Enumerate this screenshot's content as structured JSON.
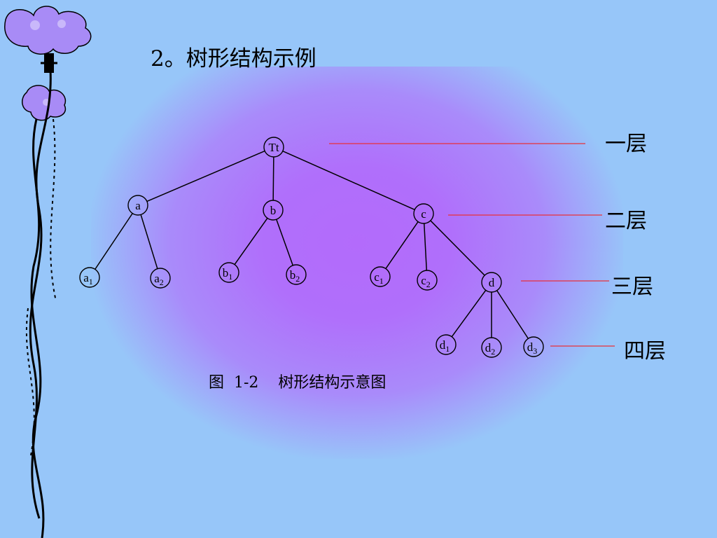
{
  "slide": {
    "title": "2。树形结构示例",
    "caption": "图  1-2    树形结构示意图"
  },
  "levels": [
    "一层",
    "二层",
    "三层",
    "四层"
  ],
  "tree": {
    "nodes": [
      {
        "id": "Tt",
        "base": "Tt",
        "sub": ""
      },
      {
        "id": "a",
        "base": "a",
        "sub": ""
      },
      {
        "id": "b",
        "base": "b",
        "sub": ""
      },
      {
        "id": "c",
        "base": "c",
        "sub": ""
      },
      {
        "id": "a1",
        "base": "a",
        "sub": "1"
      },
      {
        "id": "a2",
        "base": "a",
        "sub": "2"
      },
      {
        "id": "b1",
        "base": "b",
        "sub": "1"
      },
      {
        "id": "b2",
        "base": "b",
        "sub": "2"
      },
      {
        "id": "c1",
        "base": "c",
        "sub": "1"
      },
      {
        "id": "c2",
        "base": "c",
        "sub": "2"
      },
      {
        "id": "d",
        "base": "d",
        "sub": ""
      },
      {
        "id": "d1",
        "base": "d",
        "sub": "1"
      },
      {
        "id": "d2",
        "base": "d",
        "sub": "2"
      },
      {
        "id": "d3",
        "base": "d",
        "sub": "3"
      }
    ],
    "edges": [
      [
        "Tt",
        "a"
      ],
      [
        "Tt",
        "b"
      ],
      [
        "Tt",
        "c"
      ],
      [
        "a",
        "a1"
      ],
      [
        "a",
        "a2"
      ],
      [
        "b",
        "b1"
      ],
      [
        "b",
        "b2"
      ],
      [
        "c",
        "c1"
      ],
      [
        "c",
        "c2"
      ],
      [
        "c",
        "d"
      ],
      [
        "d",
        "d1"
      ],
      [
        "d",
        "d2"
      ],
      [
        "d",
        "d3"
      ]
    ]
  },
  "colors": {
    "background": "#97C6F9",
    "glow": "#B36BFB",
    "level_line": "#E8303A",
    "flower": "#A88BF6"
  },
  "icons": {
    "decoration": "flower-vine-icon"
  }
}
